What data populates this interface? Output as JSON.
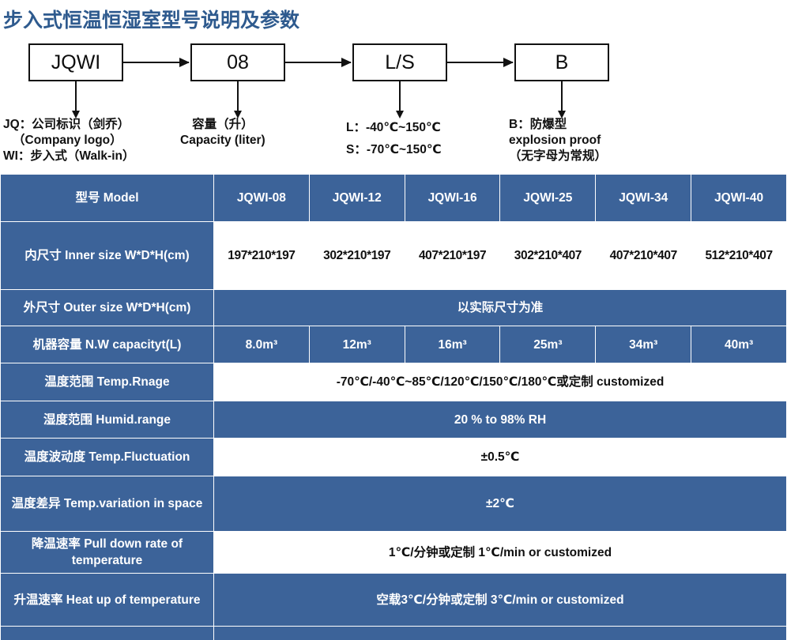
{
  "title": "步入式恒温恒湿室型号说明及参数",
  "accent_color": "#2E5A8E",
  "table_blue": "#3C6399",
  "diagram": {
    "boxes": [
      {
        "name": "company-code",
        "label": "JQWI"
      },
      {
        "name": "capacity-code",
        "label": "08"
      },
      {
        "name": "temp-range-code",
        "label": "L/S"
      },
      {
        "name": "explosion-code",
        "label": "B"
      }
    ],
    "notes": [
      {
        "name": "note-company",
        "lines": [
          "JQ：公司标识（剑乔）",
          "（Company logo）",
          "WI：步入式（Walk-in）"
        ]
      },
      {
        "name": "note-capacity",
        "lines": [
          "容量（升）",
          "Capacity (liter)"
        ]
      },
      {
        "name": "note-temp-range",
        "lines": [
          "L：-40℃~150℃",
          "S：-70℃~150℃"
        ]
      },
      {
        "name": "note-explosion",
        "lines": [
          "B：防爆型",
          "explosion proof",
          "（无字母为常规）"
        ]
      }
    ]
  },
  "table": {
    "header": {
      "label": "型号 Model",
      "models": [
        "JQWI-08",
        "JQWI-12",
        "JQWI-16",
        "JQWI-25",
        "JQWI-34",
        "JQWI-40"
      ]
    },
    "rows": [
      {
        "name": "row-inner-size",
        "label": "内尺寸 Inner size W*D*H(cm)",
        "style": "white",
        "span": false,
        "values": [
          "197*210*197",
          "302*210*197",
          "407*210*197",
          "302*210*407",
          "407*210*407",
          "512*210*407"
        ]
      },
      {
        "name": "row-outer-size",
        "label": "外尺寸 Outer size W*D*H(cm)",
        "style": "blue",
        "span": true,
        "value": "以实际尺寸为准"
      },
      {
        "name": "row-capacity",
        "label": "机器容量 N.W capacityt(L)",
        "style": "blue",
        "span": false,
        "values": [
          "8.0m³",
          "12m³",
          "16m³",
          "25m³",
          "34m³",
          "40m³"
        ]
      },
      {
        "name": "row-temp-range",
        "label": "温度范围 Temp.Rnage",
        "style": "white",
        "span": true,
        "value": "-70℃/-40℃~85℃/120℃/150℃/180℃或定制 customized"
      },
      {
        "name": "row-humidity-range",
        "label": "湿度范围 Humid.range",
        "style": "blue",
        "span": true,
        "value": "20 % to 98% RH"
      },
      {
        "name": "row-temp-fluctuation",
        "label": "温度波动度 Temp.Fluctuation",
        "style": "white",
        "span": true,
        "value": "±0.5℃"
      },
      {
        "name": "row-temp-variation",
        "label": "温度差异 Temp.variation in space",
        "style": "blue",
        "span": true,
        "value": "±2℃"
      },
      {
        "name": "row-pull-down-rate",
        "label": "降温速率 Pull down rate of temperature",
        "style": "white",
        "span": true,
        "value": "1℃/分钟或定制   1℃/min or customized"
      },
      {
        "name": "row-heat-up-rate",
        "label": "升温速率 Heat up of temperature",
        "style": "blue",
        "span": true,
        "value": "空载3℃/分钟或定制 3℃/min or customized"
      },
      {
        "name": "row-cut-off",
        "label": "",
        "style": "blue",
        "span": true,
        "value": ""
      }
    ]
  }
}
